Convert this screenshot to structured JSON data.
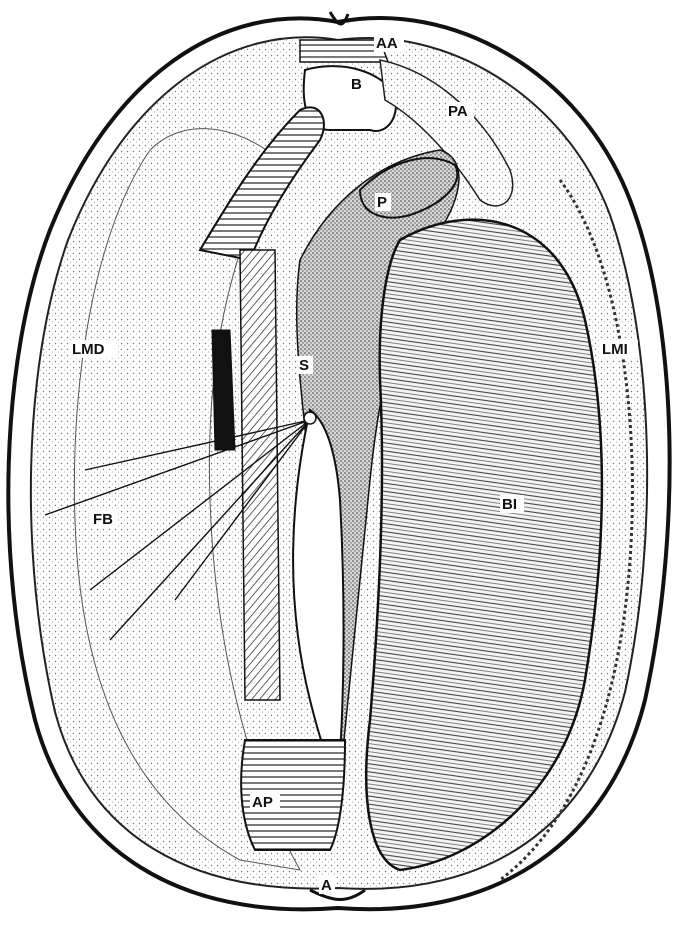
{
  "labels": {
    "aa": "AA",
    "b": "B",
    "pa": "PA",
    "p": "P",
    "lmd": "LMD",
    "s": "S",
    "lmi": "LMI",
    "fb": "FB",
    "bi": "BI",
    "ap": "AP",
    "a": "A"
  },
  "colors": {
    "ink": "#111111",
    "paper": "#ffffff",
    "stipple": "#8a8a8a"
  }
}
